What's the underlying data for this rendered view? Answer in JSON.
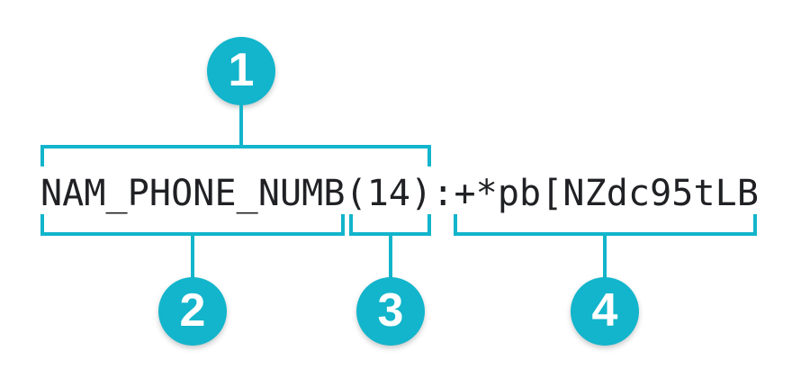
{
  "diagram": {
    "annotated_string": {
      "field_name": "NAM_PHONE_NUMB",
      "length": "(14)",
      "separator": ":",
      "value": "+*pb[NZdc95tLB",
      "full": "NAM_PHONE_NUMB(14):+*pb[NZdc95tLB"
    },
    "callouts": {
      "c1": "1",
      "c2": "2",
      "c3": "3",
      "c4": "4"
    },
    "colors": {
      "accent": "#12b5cb",
      "text": "#202124",
      "background": "#ffffff",
      "callout_number": "#ffffff"
    }
  }
}
